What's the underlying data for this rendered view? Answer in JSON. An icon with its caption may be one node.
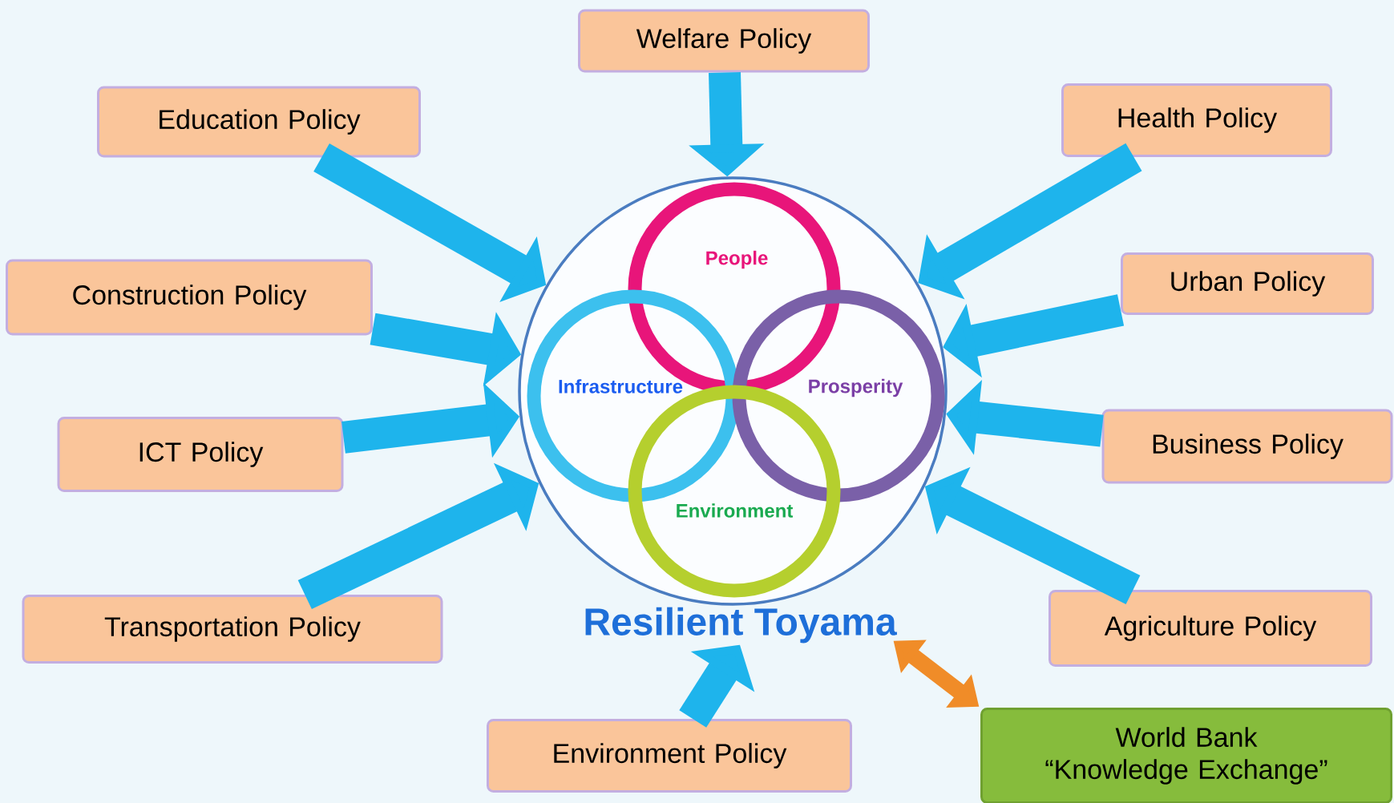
{
  "diagram": {
    "nodes": [
      {
        "text": [
          "Welfare Policy"
        ]
      },
      {
        "text": [
          "Education Policy"
        ]
      },
      {
        "text": [
          "Health Policy"
        ]
      },
      {
        "text": [
          "Construction Policy"
        ]
      },
      {
        "text": [
          "Urban Policy"
        ]
      },
      {
        "text": [
          "ICT Policy"
        ]
      },
      {
        "text": [
          "Business  Policy"
        ]
      },
      {
        "text": [
          "Transportation Policy"
        ]
      },
      {
        "text": [
          "Agriculture Policy"
        ]
      },
      {
        "text": [
          "Environment Policy"
        ]
      },
      {
        "text": [
          "World Bank “Knowledge Exchange”"
        ]
      },
      {
        "text": [
          "Resilient Toyama"
        ]
      },
      {
        "text": [
          "People"
        ],
        "in": 11
      },
      {
        "text": [
          "Infrastructure"
        ],
        "in": 11
      },
      {
        "text": [
          "Prosperity"
        ],
        "in": 11
      },
      {
        "text": [
          "Environment"
        ],
        "in": 11
      }
    ],
    "edges": [
      {
        "from": 0,
        "to": 11,
        "arrow": "to"
      },
      {
        "from": 1,
        "to": 11,
        "arrow": "to"
      },
      {
        "from": 2,
        "to": 11,
        "arrow": "to"
      },
      {
        "from": 3,
        "to": 11,
        "arrow": "to"
      },
      {
        "from": 4,
        "to": 11,
        "arrow": "to"
      },
      {
        "from": 5,
        "to": 11,
        "arrow": "to"
      },
      {
        "from": 6,
        "to": 11,
        "arrow": "to"
      },
      {
        "from": 7,
        "to": 11,
        "arrow": "to"
      },
      {
        "from": 8,
        "to": 11,
        "arrow": "to"
      },
      {
        "from": 9,
        "to": 11,
        "arrow": "to"
      },
      {
        "from": 11,
        "to": 10,
        "arrow": "both",
        "color": "#f08c28"
      }
    ]
  }
}
